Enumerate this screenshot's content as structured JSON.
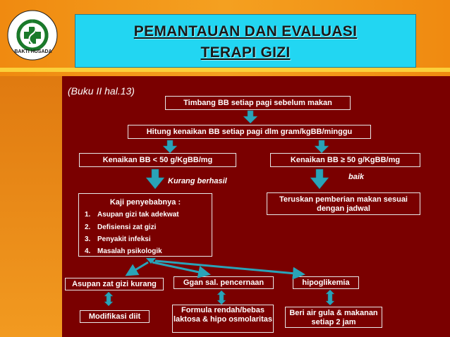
{
  "title": {
    "line1": "PEMANTAUAN DAN EVALUASI",
    "line2": "TERAPI GIZI"
  },
  "logo": {
    "text": "BAKTI HUSADA",
    "icon": "health-logo-icon"
  },
  "note": "(Buku II hal.13)",
  "flow": {
    "step1": "Timbang BB setiap pagi sebelum makan",
    "step2": "Hitung kenaikan BB setiap pagi dlm gram/kgBB/minggu",
    "low": "Kenaikan BB < 50 g/KgBB/mg",
    "high": "Kenaikan BB ≥ 50 g/KgBB/mg",
    "low_label": "Kurang berhasil",
    "high_label": "baik",
    "continue": "Teruskan pemberian makan sesuai dengan jadwal",
    "causes_title": "Kaji penyebabnya :",
    "causes": [
      {
        "num": "1.",
        "text": "Asupan gizi tak adekwat"
      },
      {
        "num": "2.",
        "text": "Defisiensi zat gizi"
      },
      {
        "num": "3.",
        "text": "Penyakit infeksi"
      },
      {
        "num": "4.",
        "text": "Masalah psikologik"
      }
    ],
    "cause_a": "Asupan zat gizi kurang",
    "cause_b": "Ggan sal. pencernaan",
    "cause_c": "hipoglikemia",
    "action_a": "Modifikasi diit",
    "action_b": "Formula rendah/bebas laktosa & hipo osmolaritas",
    "action_c": "Beri air gula & makanan setiap 2 jam"
  },
  "colors": {
    "panel": "#7a0000",
    "title_bg": "#22d6f2",
    "arrow": "#2aa3b8",
    "background": "#f4a020"
  }
}
